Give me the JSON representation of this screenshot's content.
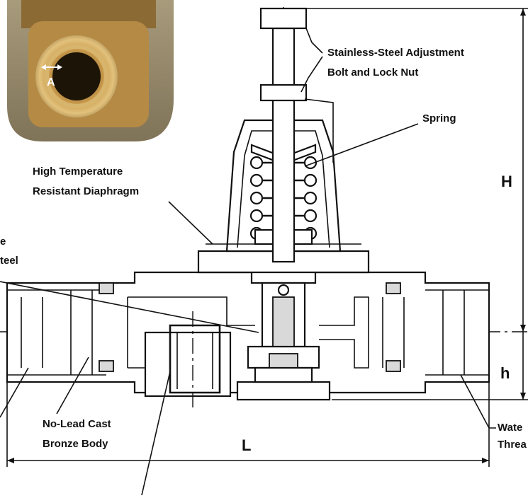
{
  "labels": {
    "adjust_bolt_1": "Stainless-Steel Adjustment",
    "adjust_bolt_2": "Bolt and Lock Nut",
    "spring": "Spring",
    "diaphragm_1": "High Temperature",
    "diaphragm_2": "Resistant Diaphragm",
    "steel_1": "e",
    "steel_2": "teel",
    "body_1": "No-Lead Cast",
    "body_2": "Bronze Body",
    "water_1": "Wate",
    "water_2": "Threa"
  },
  "dimensions": {
    "H": "H",
    "h": "h",
    "L": "L",
    "A": "A"
  },
  "colors": {
    "ink": "#111111",
    "brass": "#b8893e",
    "brass_dark": "#6b4a1c",
    "photo_bg": "#9a8a6a"
  }
}
